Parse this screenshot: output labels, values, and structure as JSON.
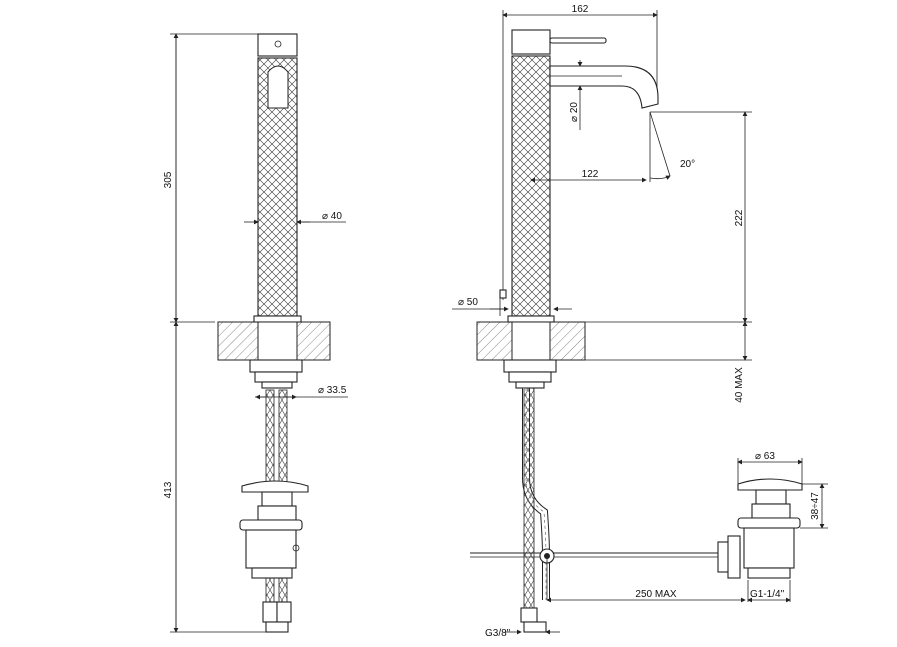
{
  "front_view": {
    "dim_height_upper": "305",
    "dim_height_lower": "413",
    "dim_body_diameter": "⌀ 40",
    "dim_shank_diameter": "⌀ 33.5"
  },
  "side_view": {
    "dim_total_width": "162",
    "dim_spout_diameter": "⌀ 20",
    "dim_spout_reach": "122",
    "dim_spout_angle": "20°",
    "dim_spout_height": "222",
    "dim_base_diameter": "⌀ 50",
    "dim_counter_max": "40 MAX",
    "dim_waste_diameter": "⌀ 63",
    "dim_waste_height": "38÷47",
    "dim_rod_length": "250 MAX",
    "dim_waste_thread": "G1-1/4\"",
    "dim_supply_thread": "G3/8\""
  },
  "colors": {
    "line": "#222222",
    "background": "#ffffff"
  }
}
